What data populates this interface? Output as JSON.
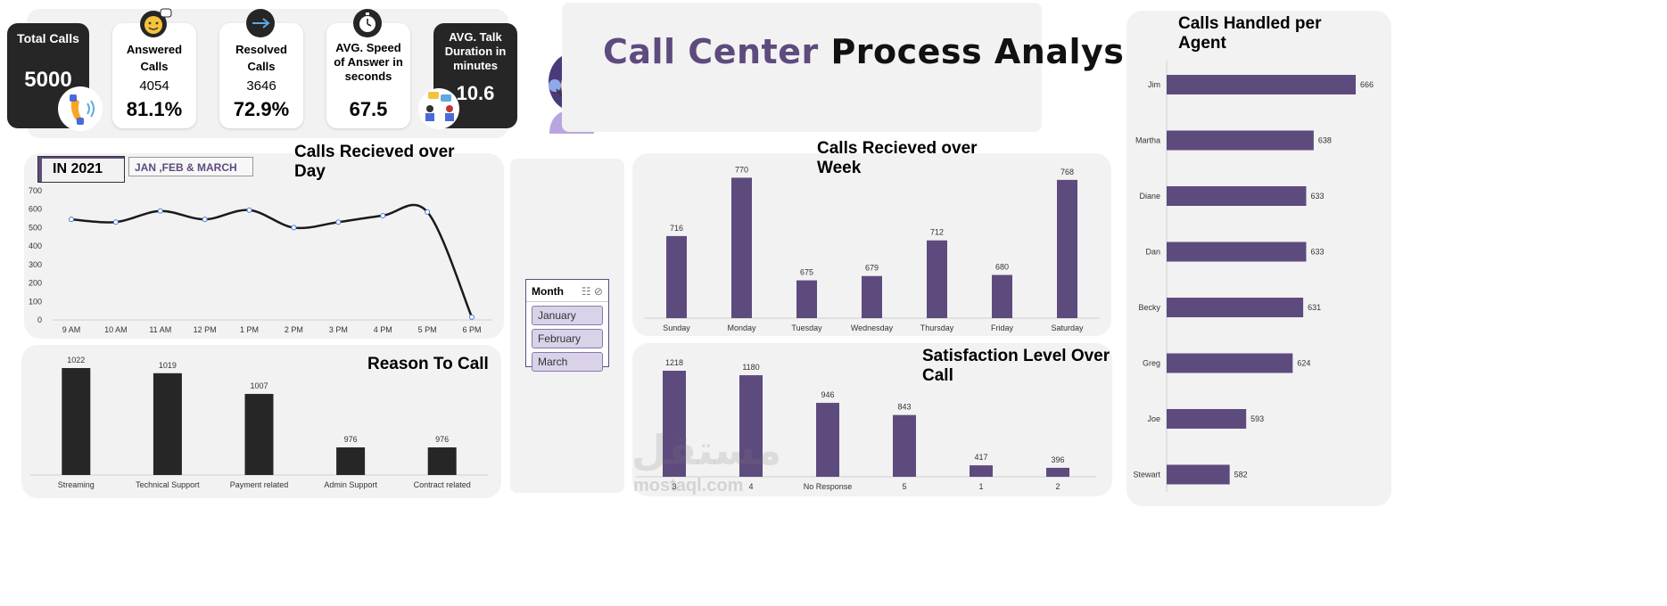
{
  "kpis": [
    {
      "label": "Total Calls",
      "value": "5000",
      "sub": ""
    },
    {
      "label": "Answered Calls",
      "sub": "4054",
      "value": "81.1%"
    },
    {
      "label": "Resolved Calls",
      "sub": "3646",
      "value": "72.9%"
    },
    {
      "label": "AVG. Speed of Answer in seconds",
      "sub": "",
      "value": "67.5"
    },
    {
      "label": "AVG. Talk Duration in minutes",
      "sub": "",
      "value": "10.6"
    }
  ],
  "title": {
    "part1": "Call Center",
    "part2": "Process Analysis"
  },
  "filter": {
    "year": "IN 2021",
    "months": "JAN ,FEB & MARCH"
  },
  "slicer": {
    "title": "Month",
    "items": [
      "January",
      "February",
      "March"
    ]
  },
  "watermark": {
    "arabic": "مستقل",
    "latin": "mostaql.com"
  },
  "colors": {
    "purple": "#5e4b7e",
    "black": "#262626",
    "title_purple": "#5e4b7e"
  },
  "chart_data": [
    {
      "id": "day",
      "type": "line",
      "title": "Calls Recieved over Day",
      "categories": [
        "9 AM",
        "10 AM",
        "11 AM",
        "12 PM",
        "1 PM",
        "2 PM",
        "3 PM",
        "4 PM",
        "5 PM",
        "6 PM"
      ],
      "values": [
        545,
        530,
        590,
        545,
        595,
        500,
        530,
        565,
        585,
        15
      ],
      "ylim": [
        0,
        700
      ],
      "yticks": [
        0,
        100,
        200,
        300,
        400,
        500,
        600,
        700
      ],
      "grid": false
    },
    {
      "id": "week",
      "type": "bar",
      "title": "Calls Recieved over Week",
      "categories": [
        "Sunday",
        "Monday",
        "Tuesday",
        "Wednesday",
        "Thursday",
        "Friday",
        "Saturday"
      ],
      "values": [
        716,
        770,
        675,
        679,
        712,
        680,
        768
      ]
    },
    {
      "id": "reason",
      "type": "bar",
      "title": "Reason To Call",
      "categories": [
        "Streaming",
        "Technical Support",
        "Payment related",
        "Admin Support",
        "Contract related"
      ],
      "values": [
        1022,
        1019,
        1007,
        976,
        976
      ]
    },
    {
      "id": "satisfaction",
      "type": "bar",
      "title": "Satisfaction Level Over Call",
      "categories": [
        "3",
        "4",
        "No Response",
        "5",
        "1",
        "2"
      ],
      "values": [
        1218,
        1180,
        946,
        843,
        417,
        396
      ]
    },
    {
      "id": "agent",
      "type": "bar",
      "orientation": "horizontal",
      "title": "Calls Handled per Agent",
      "categories": [
        "Jim",
        "Martha",
        "Diane",
        "Dan",
        "Becky",
        "Greg",
        "Joe",
        "Stewart"
      ],
      "values": [
        666,
        638,
        633,
        633,
        631,
        624,
        593,
        582
      ]
    }
  ]
}
